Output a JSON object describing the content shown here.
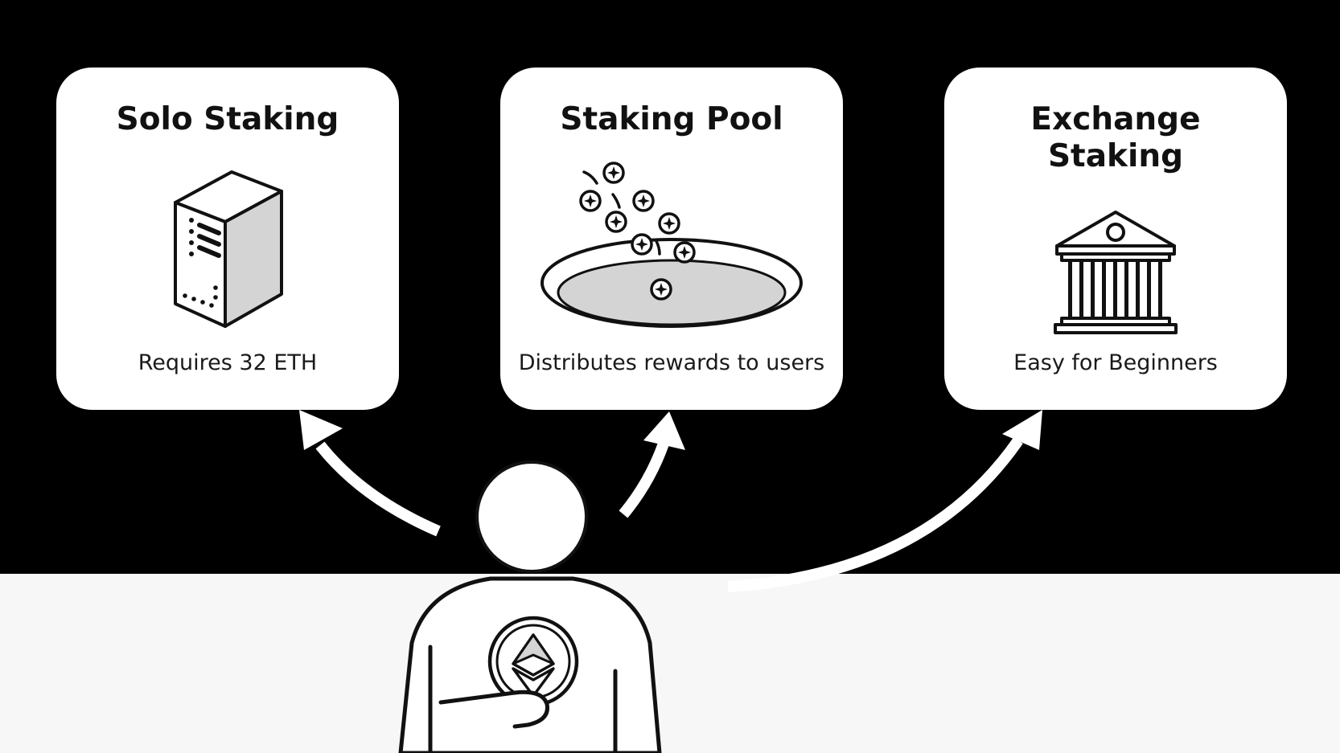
{
  "cards": [
    {
      "id": "solo",
      "title": "Solo Staking",
      "caption": "Requires 32 ETH",
      "icon": "server-icon"
    },
    {
      "id": "pool",
      "title": "Staking Pool",
      "caption": "Distributes rewards to users",
      "icon": "coin-pool-icon"
    },
    {
      "id": "exchange",
      "title": "Exchange Staking",
      "caption": "Easy for Beginners",
      "icon": "bank-building-icon"
    }
  ],
  "figure": {
    "holding": "ethereum-coin-icon"
  },
  "colors": {
    "background": "#000000",
    "card": "#ffffff",
    "ink": "#111111",
    "floor": "#f7f7f7",
    "fill": "#d4d4d4"
  }
}
